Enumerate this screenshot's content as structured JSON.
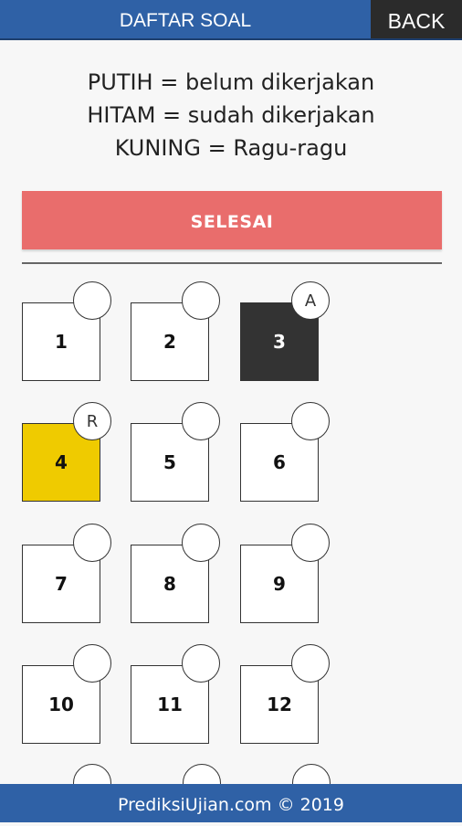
{
  "header": {
    "title": "DAFTAR SOAL",
    "back_label": "BACK"
  },
  "legend": [
    "PUTIH = belum dikerjakan",
    "HITAM = sudah dikerjakan",
    "KUNING = Ragu-ragu"
  ],
  "finish_label": "SELESAI",
  "questions": [
    {
      "num": "1",
      "state": "unanswered",
      "mark": ""
    },
    {
      "num": "2",
      "state": "unanswered",
      "mark": ""
    },
    {
      "num": "3",
      "state": "answered",
      "mark": "A"
    },
    {
      "num": "4",
      "state": "doubtful",
      "mark": "R"
    },
    {
      "num": "5",
      "state": "unanswered",
      "mark": ""
    },
    {
      "num": "6",
      "state": "unanswered",
      "mark": ""
    },
    {
      "num": "7",
      "state": "unanswered",
      "mark": ""
    },
    {
      "num": "8",
      "state": "unanswered",
      "mark": ""
    },
    {
      "num": "9",
      "state": "unanswered",
      "mark": ""
    },
    {
      "num": "10",
      "state": "unanswered",
      "mark": ""
    },
    {
      "num": "11",
      "state": "unanswered",
      "mark": ""
    },
    {
      "num": "12",
      "state": "unanswered",
      "mark": ""
    }
  ],
  "footer": {
    "text": "PrediksiUjian.com © 2019"
  }
}
